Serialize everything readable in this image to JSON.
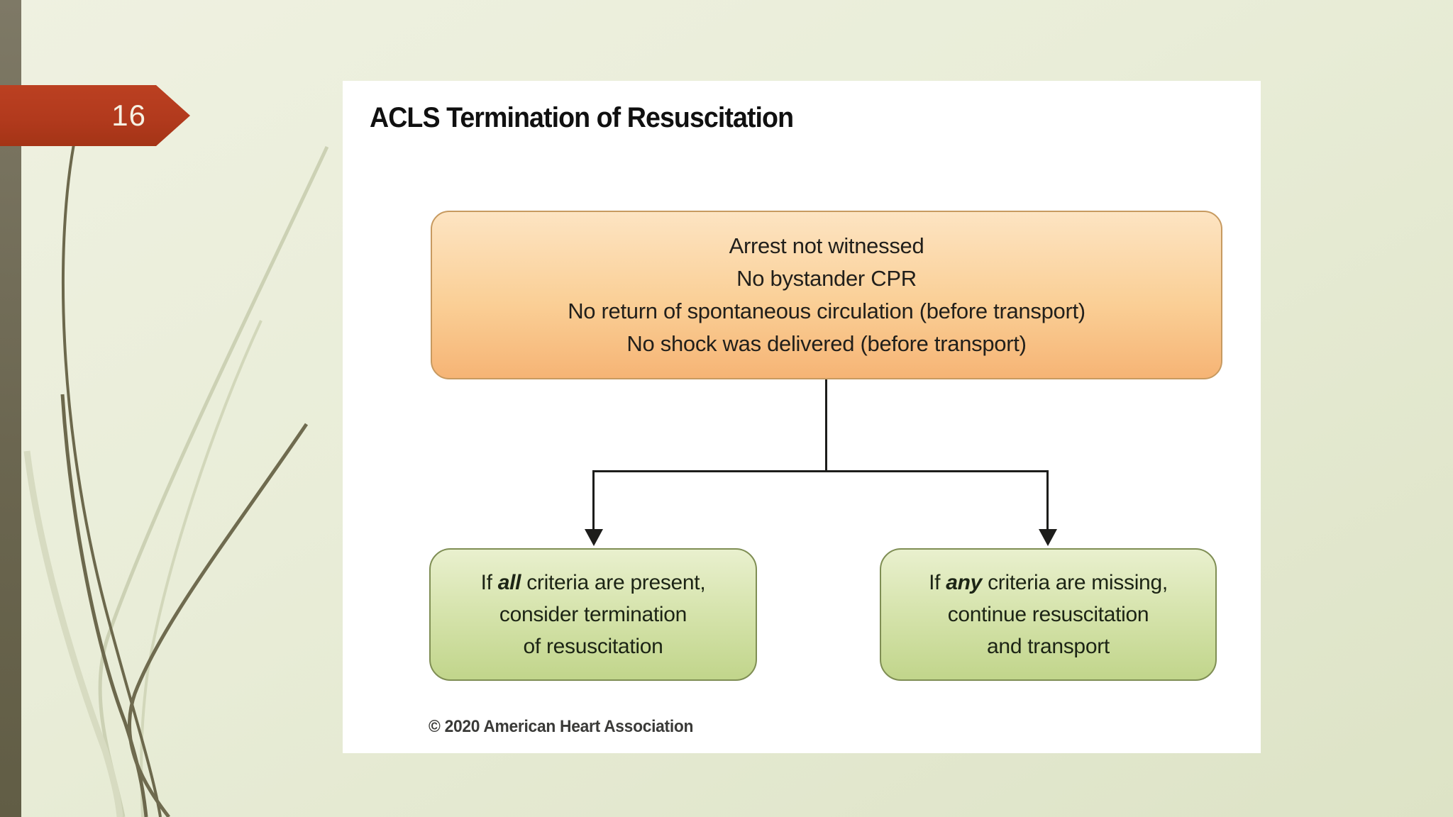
{
  "slide": {
    "number": "16"
  },
  "figure": {
    "title": "ACLS Termination of Resuscitation",
    "criteria_box": {
      "lines": [
        "Arrest not witnessed",
        "No bystander CPR",
        "No return of spontaneous circulation (before transport)",
        "No shock was delivered (before transport)"
      ]
    },
    "left_outcome_box": {
      "prefix": "If",
      "keyword": "all",
      "suffix": "criteria are present,",
      "line2": "consider termination",
      "line3": "of resuscitation"
    },
    "right_outcome_box": {
      "prefix": "If",
      "keyword": "any",
      "suffix": "criteria are missing,",
      "line2": "continue resuscitation",
      "line3": "and transport"
    },
    "copyright": "© 2020 American Heart Association"
  },
  "colors": {
    "banner_red": "#b23a1d",
    "edge_bar_olive": "#6b6650",
    "background_green": "#e9edd8",
    "criteria_box_top": "#fde4c2",
    "criteria_box_bottom": "#f6b475",
    "criteria_box_border": "#c79a60",
    "outcome_box_top": "#e9f0ce",
    "outcome_box_bottom": "#c1d58b",
    "outcome_box_border": "#7f8e54",
    "connector": "#1d1d1b"
  }
}
